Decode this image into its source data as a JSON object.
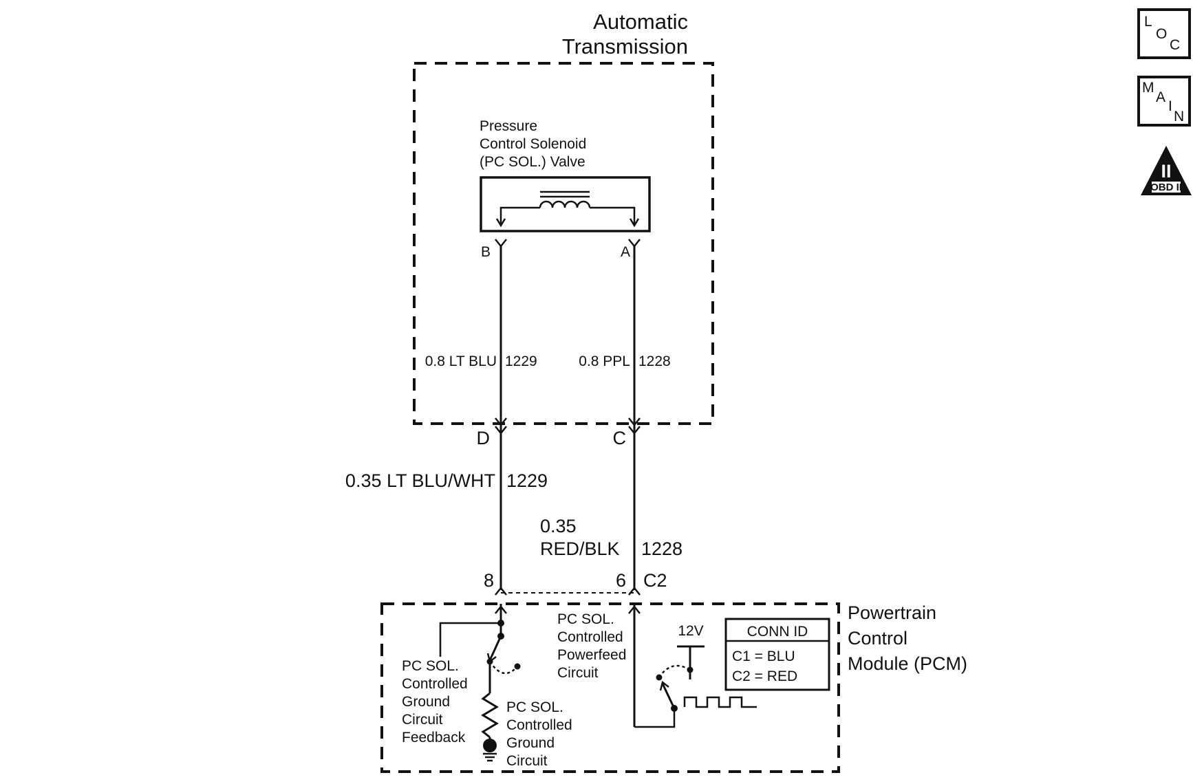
{
  "transmission": {
    "title_line1": "Automatic",
    "title_line2": "Transmission"
  },
  "solenoid": {
    "label_line1": "Pressure",
    "label_line2": "Control Solenoid",
    "label_line3": "(PC SOL.) Valve",
    "pin_b": "B",
    "pin_a": "A"
  },
  "internal_wires": {
    "left_spec": "0.8 LT BLU",
    "left_circuit": "1229",
    "right_spec": "0.8 PPL",
    "right_circuit": "1228"
  },
  "harness": {
    "pin_d": "D",
    "pin_c": "C",
    "left_spec": "0.35 LT BLU/WHT",
    "left_circuit": "1229",
    "right_spec_line1": "0.35",
    "right_spec_line2": "RED/BLK",
    "right_circuit": "1228",
    "pcm_pin_left": "8",
    "pcm_pin_right": "6",
    "pcm_connector": "C2"
  },
  "pcm": {
    "title_line1": "Powertrain",
    "title_line2": "Control",
    "title_line3": "Module (PCM)",
    "feedback_label": [
      "PC SOL.",
      "Controlled",
      "Ground",
      "Circuit",
      "Feedback"
    ],
    "ground_label": [
      "PC SOL.",
      "Controlled",
      "Ground",
      "Circuit"
    ],
    "powerfeed_label": [
      "PC SOL.",
      "Controlled",
      "Powerfeed",
      "Circuit"
    ],
    "voltage": "12V",
    "conn_id": {
      "header": "CONN ID",
      "row1": "C1 = BLU",
      "row2": "C2 = RED"
    }
  },
  "nav_icons": {
    "loc": {
      "l1": "L",
      "l2": "O",
      "l3": "C"
    },
    "main": {
      "l1": "M",
      "l2": "A",
      "l3": "I",
      "l4": "N"
    },
    "obd": {
      "numeral": "II",
      "caption": "OBD II"
    }
  }
}
